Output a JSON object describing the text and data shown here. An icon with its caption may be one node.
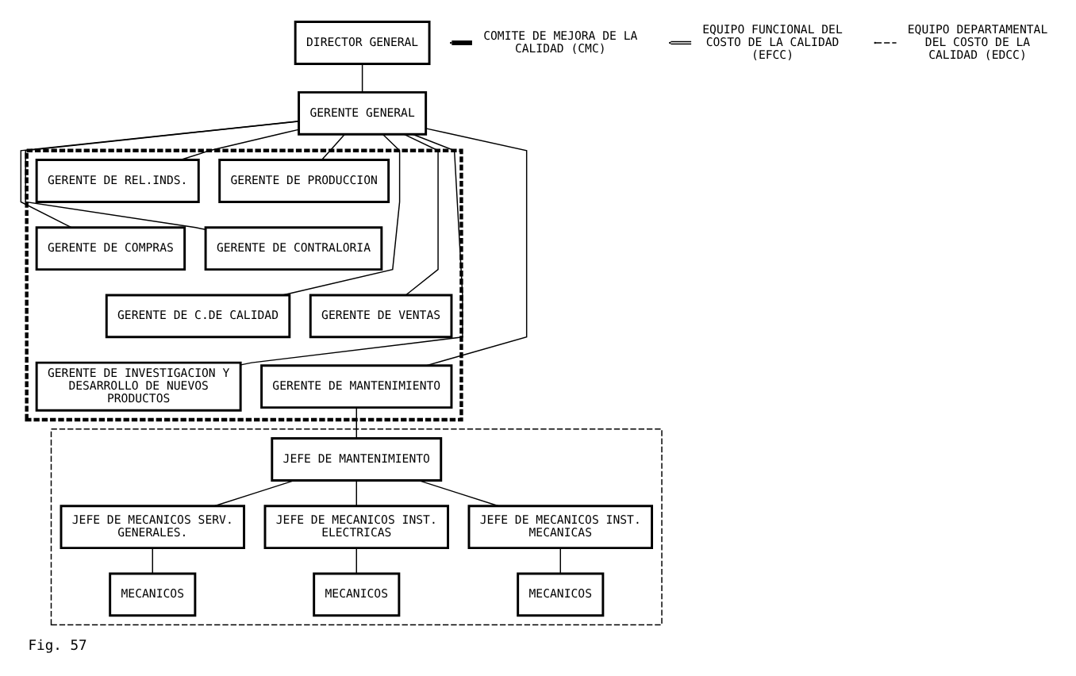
{
  "diagram": {
    "caption": "Fig. 57",
    "nodes": [
      {
        "text": [
          "DIRECTOR GENERAL"
        ]
      },
      {
        "text": [
          "GERENTE GENERAL"
        ]
      },
      {
        "text": [],
        "shape": "box"
      },
      {
        "text": [
          "GERENTE DE PRODUCCION"
        ],
        "in": 2
      },
      {
        "text": [
          "GERENTE DE COMPRAS"
        ],
        "in": 2
      },
      {
        "text": [
          "GERENTE DE VENTAS"
        ],
        "in": 2
      },
      {
        "text": [
          "GERENTE DE INVESTIGACION Y DESARROLLO DE NUEVOS PRODUCTOS"
        ],
        "in": 2
      },
      {
        "text": [
          "GERENTE DE REL.INDS."
        ],
        "in": 2
      },
      {
        "text": [
          "GERENTE DE CONTRALORIA"
        ],
        "in": 2
      },
      {
        "text": [
          "GERENTE DE C.DE CALIDAD"
        ],
        "in": 2
      },
      {
        "text": [
          "GERENTE DE MANTENIMIENTO"
        ],
        "in": 2
      },
      {
        "text": [],
        "shape": "box"
      },
      {
        "text": [
          "JEFE DE MANTENIMIENTO"
        ],
        "in": 11
      },
      {
        "text": [
          "JEFE DE MECANICOS SERV. GENERALES."
        ],
        "in": 11
      },
      {
        "text": [
          "JEFE DE MECANICOS INST. ELECTRICAS"
        ],
        "in": 11
      },
      {
        "text": [
          "JEFE DE MECANICOS INST. MECANICAS"
        ],
        "in": 11
      },
      {
        "text": [
          "MECANICOS"
        ],
        "in": 11
      },
      {
        "text": [
          "MECANICOS"
        ],
        "in": 11
      },
      {
        "text": [
          "MECANICOS"
        ],
        "in": 11
      }
    ],
    "edges": [
      {
        "from": 0,
        "to": 1,
        "arrow": "none"
      },
      {
        "from": 1,
        "to": 3,
        "arrow": "none"
      },
      {
        "from": 1,
        "to": 4,
        "arrow": "none"
      },
      {
        "from": 1,
        "to": 5,
        "arrow": "none"
      },
      {
        "from": 1,
        "to": 6,
        "arrow": "none"
      },
      {
        "from": 1,
        "to": 7,
        "arrow": "none"
      },
      {
        "from": 1,
        "to": 8,
        "arrow": "none"
      },
      {
        "from": 1,
        "to": 9,
        "arrow": "none"
      },
      {
        "from": 1,
        "to": 10,
        "arrow": "none"
      },
      {
        "from": 10,
        "to": 12,
        "arrow": "none"
      },
      {
        "from": 12,
        "to": 13,
        "arrow": "none"
      },
      {
        "from": 12,
        "to": 14,
        "arrow": "none"
      },
      {
        "from": 12,
        "to": 15,
        "arrow": "none"
      },
      {
        "from": 13,
        "to": 16,
        "arrow": "none"
      },
      {
        "from": 14,
        "to": 17,
        "arrow": "none"
      },
      {
        "from": 15,
        "to": 18,
        "arrow": "none"
      }
    ],
    "legend": [
      {
        "text": "COMITE DE MEJORA DE LA CALIDAD (CMC)"
      },
      {
        "text": "EQUIPO FUNCIONAL DEL COSTO DE LA CALIDAD (EFCC)"
      },
      {
        "text": "EQUIPO DEPARTAMENTAL DEL COSTO DE LA CALIDAD (EDCC)"
      }
    ]
  }
}
